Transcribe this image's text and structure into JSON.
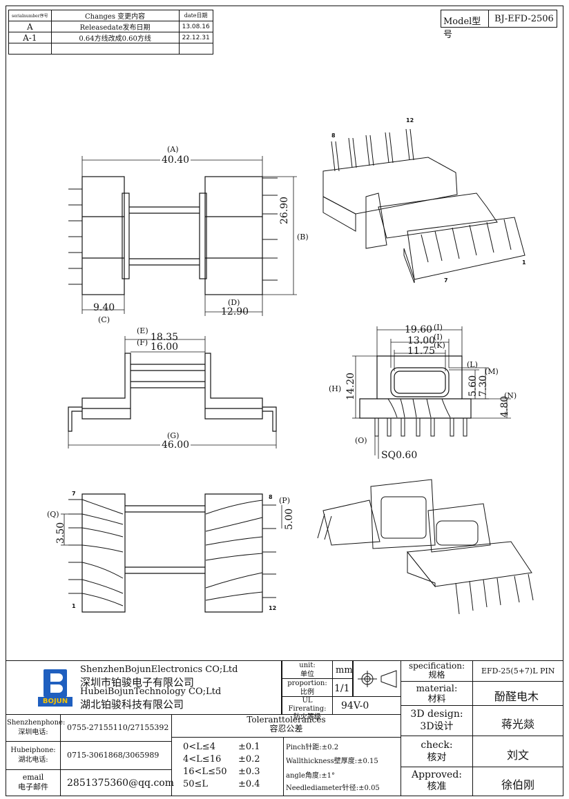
{
  "model": {
    "label": "Model型号",
    "value": "BJ-EFD-2506"
  },
  "revisions": {
    "headers": [
      "serialnumber序号",
      "Changes 变更内容",
      "date日期"
    ],
    "rows": [
      [
        "A",
        "Releasedate发布日期",
        "13.08.16"
      ],
      [
        "A-1",
        "0.64方线改成0.60方线",
        "22.12.31"
      ],
      [
        "",
        "",
        ""
      ]
    ]
  },
  "dims": {
    "A": "(A)",
    "A_val": "40.40",
    "B": "(B)",
    "B_val": "26.90",
    "C": "(C)",
    "C_val": "9.40",
    "D": "(D)",
    "D_val": "12.90",
    "E": "(E)",
    "E_val": "18.35",
    "F": "(F)",
    "F_val": "16.00",
    "G": "(G)",
    "G_val": "46.00",
    "H": "(H)",
    "H_val": "14.20",
    "I1": "(I)",
    "I1_val": "19.60",
    "I2": "(I)",
    "I2_val": "13.00",
    "K": "(K)",
    "K_val": "11.75",
    "L": "(L)",
    "M": "(M)",
    "M_val1": "5.60",
    "M_val2": "7.30",
    "N": "(N)",
    "N_val": "4.80",
    "O": "(O)",
    "O_val": "SQ0.60",
    "P": "(P)",
    "P_val": "5.00",
    "Q": "(Q)",
    "Q_val": "3.50",
    "pin1": "1",
    "pin7": "7",
    "pin8": "8",
    "pin12": "12"
  },
  "company": {
    "logo_text": "BOJUN",
    "line1_en": "ShenzhenBojunElectronics CO;Ltd",
    "line1_cn": "深圳市铂骏电子有限公司",
    "line2_en": "HubeiBojunTechnology CO;Ltd",
    "line2_cn": "湖北铂骏科技有限公司"
  },
  "unit": {
    "label": "unit:\n单位",
    "value": "mm"
  },
  "proportion": {
    "label": "proportion:\n比例",
    "value": "1/1"
  },
  "fire": {
    "label": "UL Firerating:\n防火等级",
    "value": "94V-0"
  },
  "contacts": [
    {
      "label": "Shenzhenphone:\n深圳电话:",
      "value": "0755-27155110/27155392"
    },
    {
      "label": "Hubeiphone:\n湖北电话:",
      "value": "0715-3061868/3065989"
    },
    {
      "label": "email\n电子邮件",
      "value": "2851375360@qq.com"
    }
  ],
  "tolerances": {
    "title": "Toleranttolerances\n容忍公差",
    "ranges": [
      "0<L≤4",
      "4<L≤16",
      "16<L≤50",
      "50≤L"
    ],
    "values": [
      "±0.1",
      "±0.2",
      "±0.3",
      "±0.4"
    ],
    "notes": [
      "Pinch针距:±0.2",
      "Wallthickness壁厚度:±0.15",
      "angle角度:±1°",
      "Needlediameter针径:±0.05"
    ]
  },
  "right": [
    {
      "label": "specification:\n规格",
      "value": "EFD-25(5+7)L PIN"
    },
    {
      "label": "material:\n材料",
      "value": "酚醛电木"
    },
    {
      "label": "3D design:\n3D设计",
      "value": "蒋光燚"
    },
    {
      "label": "check:\n核对",
      "value": "刘文"
    },
    {
      "label": "Approved:\n核准",
      "value": "徐伯刚"
    }
  ]
}
